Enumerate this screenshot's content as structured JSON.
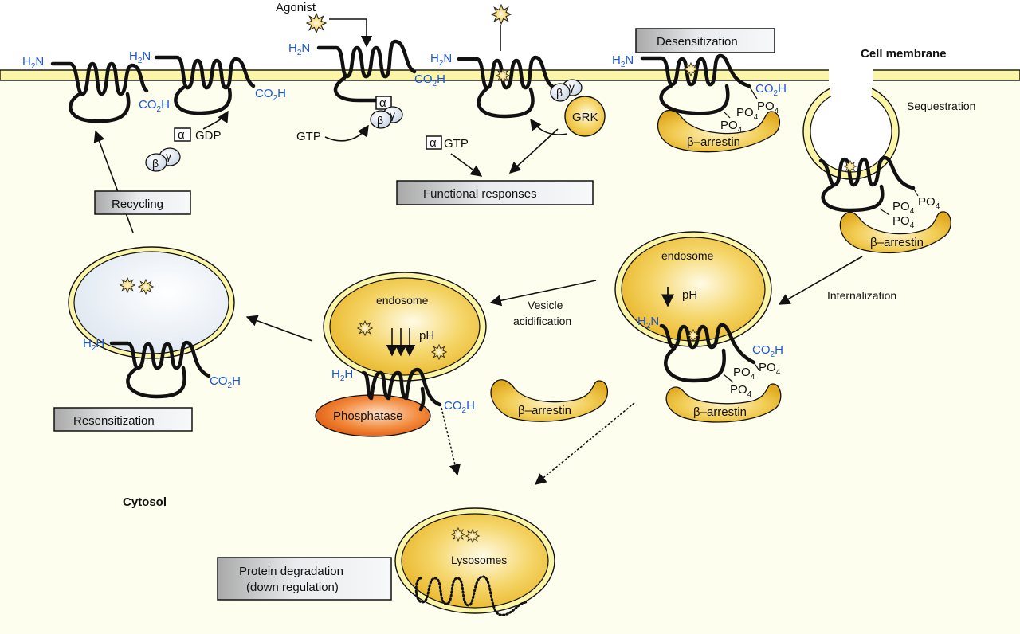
{
  "figure": {
    "title": "GPCR desensitization, sequestration, internalization, resensitization and down-regulation pathway",
    "regions": {
      "cell_membrane": "Cell membrane",
      "cytosol": "Cytosol"
    },
    "colors": {
      "background_cytosol": "#fefeee",
      "membrane_fill": "#fbf5a8",
      "vesicle_gold": "#f0c030",
      "vesicle_light": "#fdf6d8",
      "recycling_vesicle_interior": "#e8eef5",
      "phosphatase_orange": "#ee6a1a",
      "terminal_label_blue": "#1a56d6",
      "process_box_gradient": [
        "#a8a8a8",
        "#f4f6f8"
      ]
    },
    "process_boxes": {
      "desensitization": "Desensitization",
      "functional_responses": "Functional responses",
      "recycling": "Recycling",
      "resensitization": "Resensitization",
      "protein_degradation_line1": "Protein degradation",
      "protein_degradation_line2": "(down regulation)"
    },
    "process_labels": {
      "sequestration": "Sequestration",
      "internalization": "Internalization",
      "vesicle_acidification_line1": "Vesicle",
      "vesicle_acidification_line2": "acidification"
    },
    "molecules": {
      "agonist": "Agonist",
      "h2n_main": "H",
      "h2n_sub": "2",
      "h2n_end": "N",
      "h2h_end": "H",
      "co2h_main": "CO",
      "co2h_sub": "2",
      "co2h_end": "H",
      "po4_main": "PO",
      "po4_sub": "4",
      "gdp": "GDP",
      "gtp": "GTP",
      "alpha": "α",
      "beta": "β",
      "gamma": "γ",
      "grk": "GRK",
      "beta_arrestin": "β–arrestin",
      "phosphatase": "Phosphatase",
      "endosome": "endosome",
      "lysosomes": "Lysosomes",
      "ph": "pH"
    }
  }
}
